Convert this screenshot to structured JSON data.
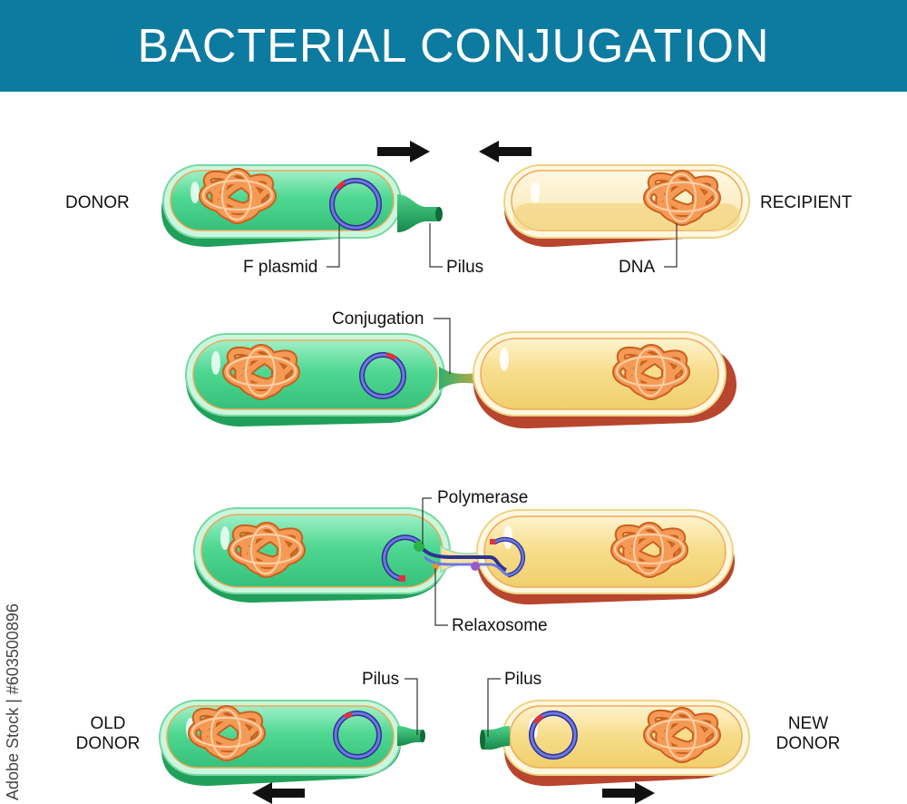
{
  "header": {
    "title": "BACTERIAL CONJUGATION",
    "color": "#0d7aa0"
  },
  "labels": {
    "donor": "DONOR",
    "recipient": "RECIPIENT",
    "f_plasmid": "F plasmid",
    "pilus_top": "Pilus",
    "dna": "DNA",
    "conjugation": "Conjugation",
    "polymerase": "Polymerase",
    "relaxosome": "Relaxosome",
    "pilus_old": "Pilus",
    "pilus_new": "Pilus",
    "old_donor_line1": "OLD",
    "old_donor_line2": "DONOR",
    "new_donor_line1": "NEW",
    "new_donor_line2": "DONOR"
  },
  "watermark": {
    "text": "Adobe Stock | #603500896"
  },
  "colors": {
    "donor_cell": "#3fcf8a",
    "donor_dark": "#1e9a55",
    "recipient_cell": "#f4d77a",
    "recipient_dark": "#b84a30",
    "plasmid": "#5a63c8",
    "dna": "#f08a3c",
    "arrow": "#111111"
  }
}
